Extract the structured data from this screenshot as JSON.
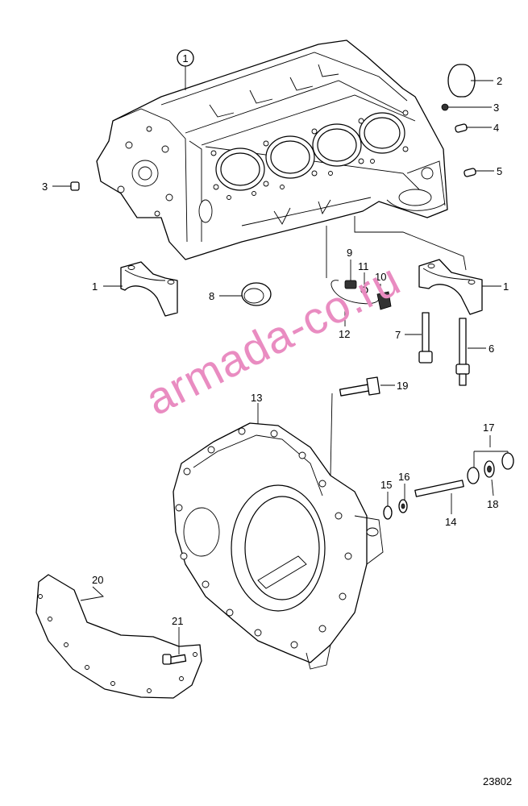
{
  "callouts": [
    {
      "label": "1"
    },
    {
      "label": "2"
    },
    {
      "label": "3"
    },
    {
      "label": "4"
    },
    {
      "label": "5"
    },
    {
      "label": "3"
    },
    {
      "label": "1"
    },
    {
      "label": "8"
    },
    {
      "label": "9"
    },
    {
      "label": "11"
    },
    {
      "label": "10"
    },
    {
      "label": "12"
    },
    {
      "label": "1"
    },
    {
      "label": "7"
    },
    {
      "label": "6"
    },
    {
      "label": "19"
    },
    {
      "label": "13"
    },
    {
      "label": "17"
    },
    {
      "label": "15"
    },
    {
      "label": "16"
    },
    {
      "label": "14"
    },
    {
      "label": "18"
    },
    {
      "label": "20"
    },
    {
      "label": "21"
    }
  ],
  "drawing_number": "23802",
  "watermark": "armada-co.ru",
  "colors": {
    "line": "#000000",
    "watermark": "#e98cc1",
    "background": "#ffffff"
  }
}
